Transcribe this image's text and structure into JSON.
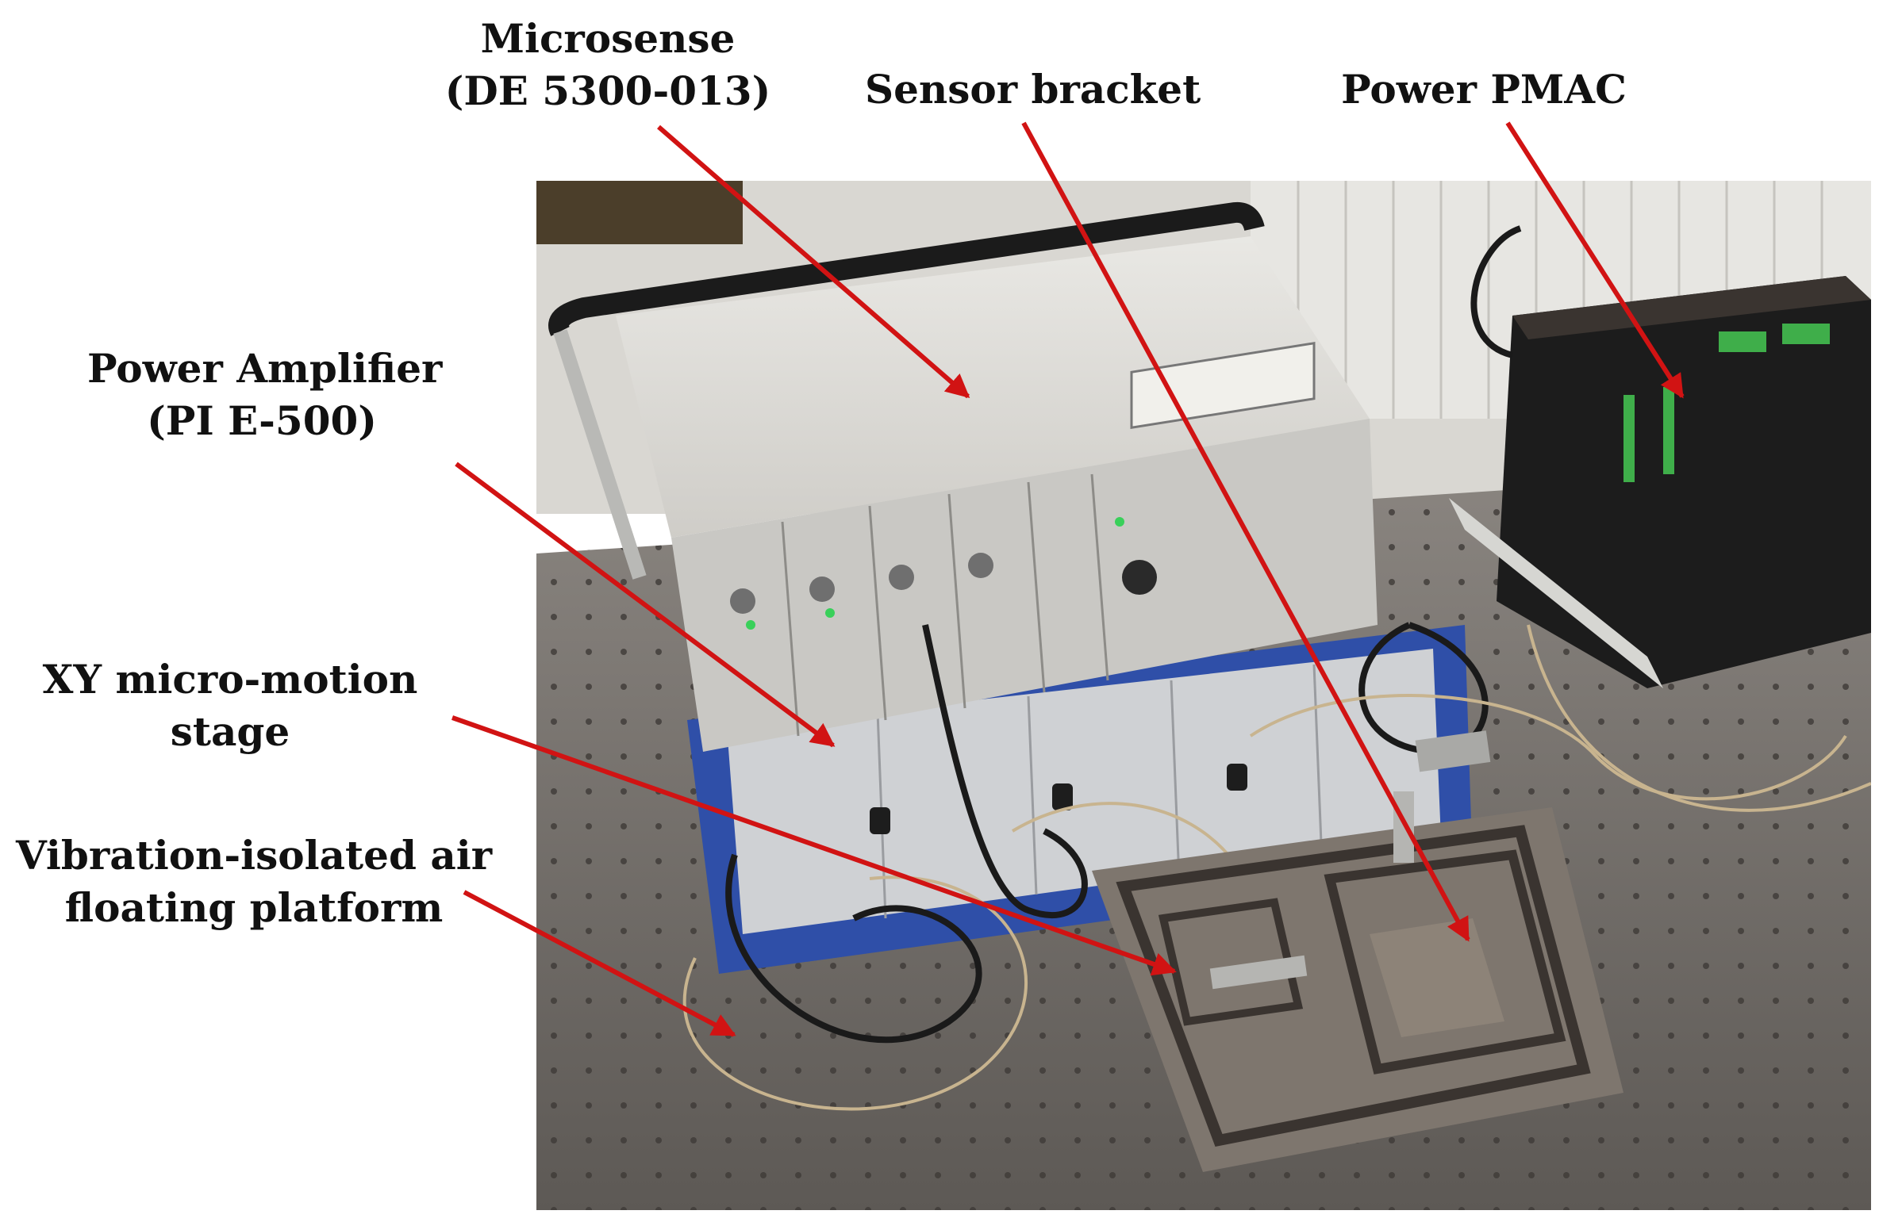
{
  "labels": {
    "microsense_line1": "Microsense",
    "microsense_line2": "(DE 5300-013)",
    "sensor_bracket": "Sensor bracket",
    "power_pmac": "Power PMAC",
    "power_amplifier_line1": "Power Amplifier",
    "power_amplifier_line2": "(PI E-500)",
    "xy_stage_line1": "XY micro-motion",
    "xy_stage_line2": "stage",
    "platform_line1": "Vibration-isolated air",
    "platform_line2": "floating platform"
  },
  "colors": {
    "arrow": "#d11313",
    "label_text": "#111111",
    "table_surface": "#6e6a66",
    "controller_body": "#d8d8d4",
    "blue_rack": "#2f4fa8",
    "pmac_body": "#1c1c1c"
  }
}
